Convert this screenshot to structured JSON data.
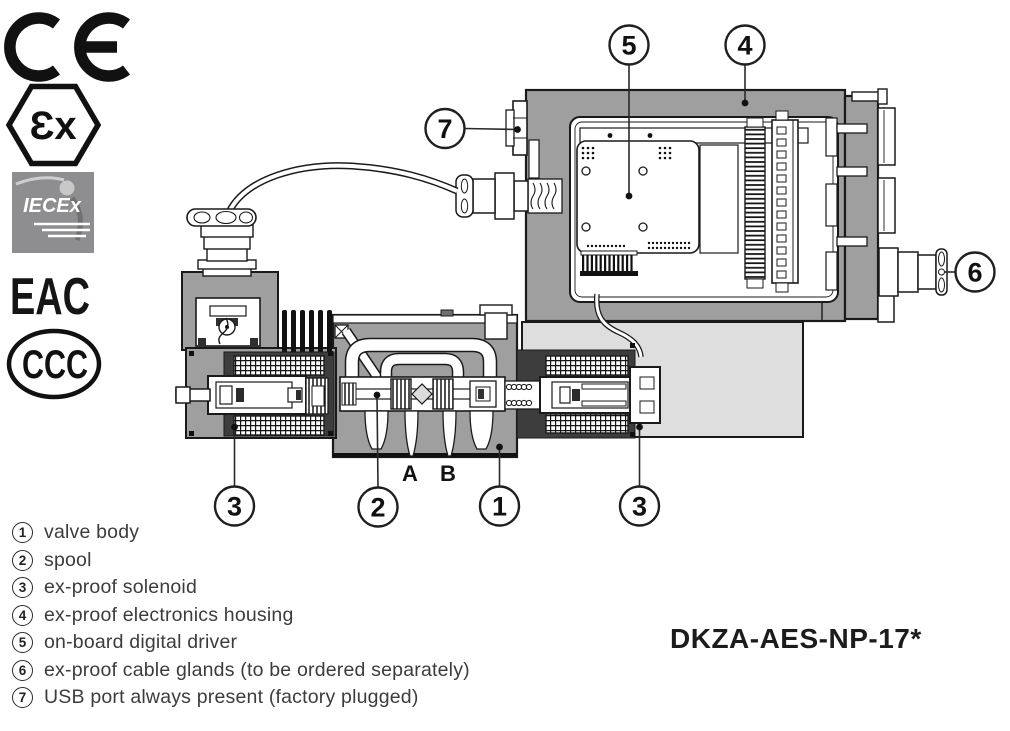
{
  "certification_logos": {
    "ce": "CE",
    "atex_ex": "Ɛx",
    "iecex": "IECEx",
    "eac": "EAC",
    "ccc": "CCC"
  },
  "diagram": {
    "callouts": {
      "n1": "1",
      "n2": "2",
      "n3": "3",
      "n4": "4",
      "n5": "5",
      "n6": "6",
      "n7": "7"
    },
    "ports": {
      "a": "A",
      "b": "B"
    }
  },
  "legend": {
    "items": [
      {
        "num": "1",
        "text": "valve body"
      },
      {
        "num": "2",
        "text": "spool"
      },
      {
        "num": "3",
        "text": "ex-proof solenoid"
      },
      {
        "num": "4",
        "text": "ex-proof electronics housing"
      },
      {
        "num": "5",
        "text": "on-board digital driver"
      },
      {
        "num": "6",
        "text": "ex-proof cable glands (to be ordered separately)"
      },
      {
        "num": "7",
        "text": "USB port always present (factory plugged)"
      }
    ]
  },
  "model_code": "DKZA-AES-NP-17*",
  "colors": {
    "housing_gray": "#9f9fa0",
    "plate_gray": "#dedede",
    "coil_dark": "#3d3d3d",
    "line": "#1a1a1a"
  }
}
